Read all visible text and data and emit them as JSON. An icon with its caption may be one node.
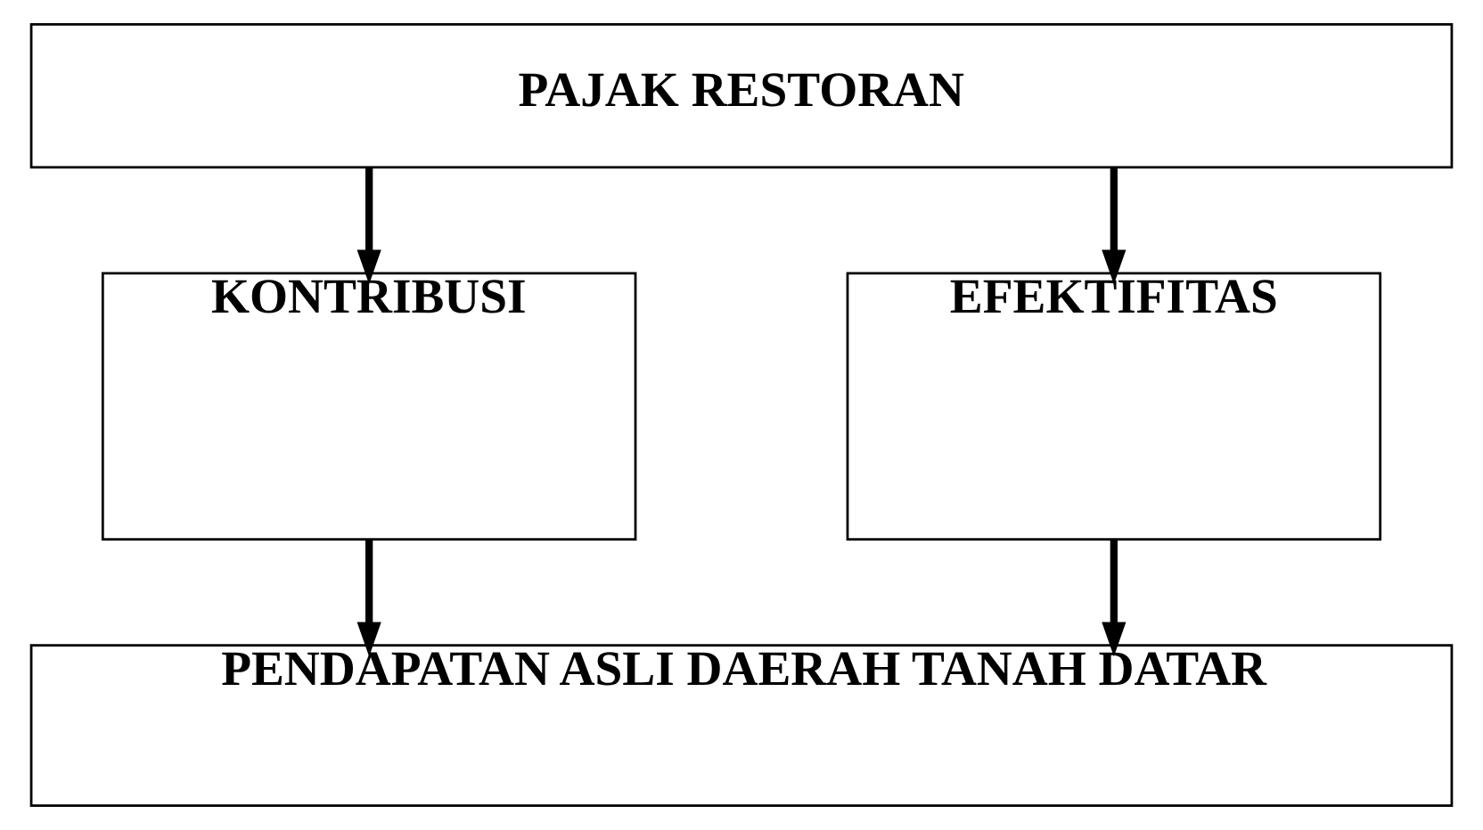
{
  "diagram": {
    "nodes": [
      {
        "text": [
          "PAJAK RESTORAN"
        ]
      },
      {
        "text": [
          "KONTRIBUSI"
        ]
      },
      {
        "text": [
          "EFEKTIFITAS"
        ]
      },
      {
        "text": [
          "PENDAPATAN ASLI DAERAH TANAH DATAR"
        ]
      }
    ],
    "edges": [
      {
        "from": 0,
        "to": 1,
        "arrow": "to"
      },
      {
        "from": 0,
        "to": 2,
        "arrow": "to"
      },
      {
        "from": 1,
        "to": 3,
        "arrow": "to"
      },
      {
        "from": 2,
        "to": 3,
        "arrow": "to"
      }
    ]
  }
}
